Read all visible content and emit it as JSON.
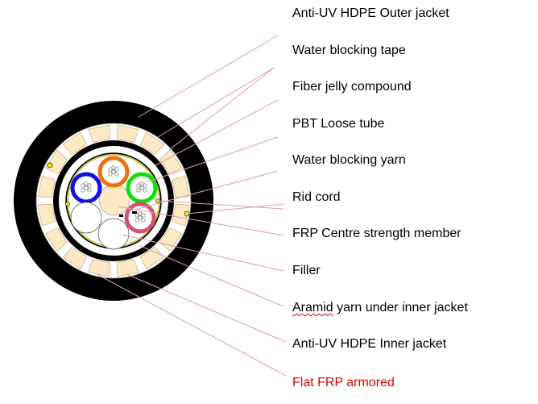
{
  "labels": {
    "outer_jacket": "Anti-UV HDPE Outer jacket",
    "water_blocking_tape": "Water blocking tape",
    "fiber_jelly": "Fiber jelly compound",
    "pbt_tube": "PBT Loose tube",
    "water_blocking_yarn": "Water blocking yarn",
    "rid_cord": "Rid cord",
    "frp_centre": "FRP Centre strength member",
    "filler": "Filler",
    "aramid_word": "Aramid",
    "aramid_rest": " yarn under inner jacket",
    "inner_jacket": "Anti-UV HDPE Inner jacket",
    "flat_frp": "Flat FRP armored"
  },
  "colors": {
    "jacket": "#000000",
    "armor": "#fde9c4",
    "leader": "#d9a0a0",
    "tube_blue": "#1010e0",
    "tube_orange": "#f07010",
    "tube_green": "#10dd10",
    "tube_pink": "#cc5577",
    "filler": "#ffffff",
    "centre": "#fde9c4",
    "water_tape": "#c8c840",
    "rip_cord": "#f0f000",
    "flat_frp_text": "#e00000"
  }
}
